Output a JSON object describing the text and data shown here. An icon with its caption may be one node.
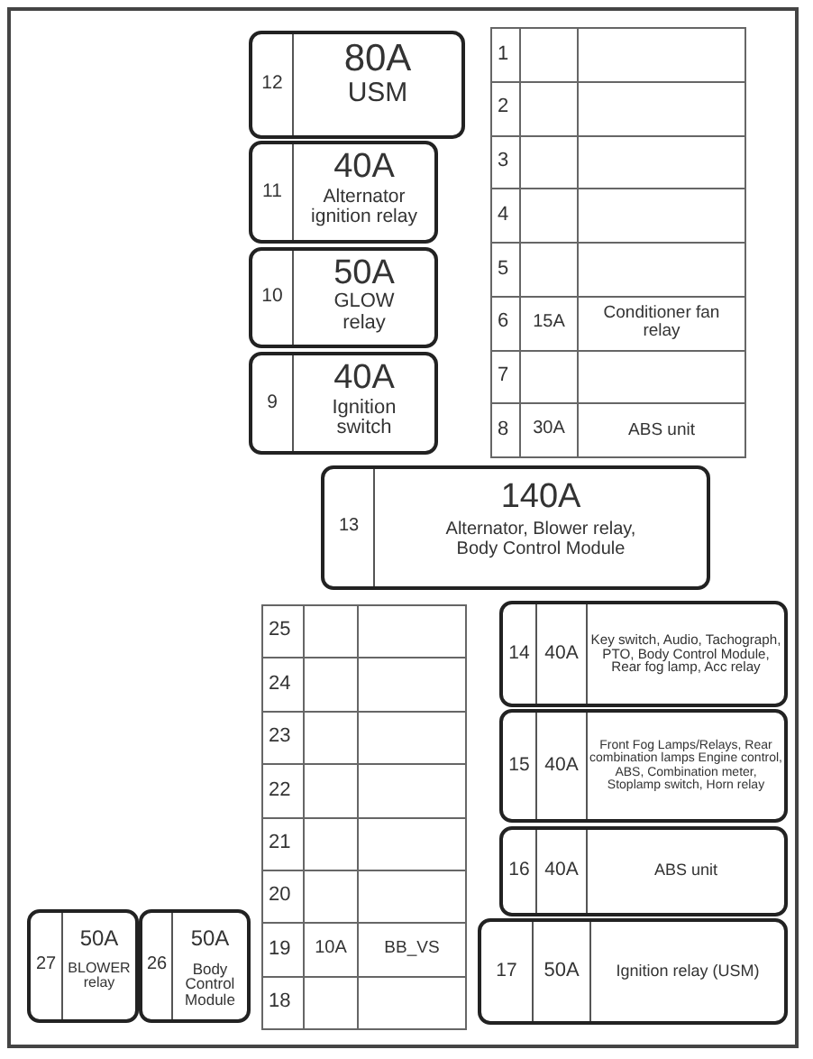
{
  "diagram": {
    "nodes": [
      {
        "text": [
          "12",
          "80A",
          "USM"
        ]
      },
      {
        "text": [
          "11",
          "40A",
          "Alternator ignition relay"
        ]
      },
      {
        "text": [
          "10",
          "50A",
          "GLOW relay"
        ]
      },
      {
        "text": [
          "9",
          "40A",
          "Ignition switch"
        ]
      },
      {
        "text": [
          "13",
          "140A",
          "Alternator, Blower relay, Body Control Module"
        ]
      },
      {
        "text": [
          "14",
          "40A",
          "Key switch, Audio, Tachograph, PTO, Body Control Module, Rear fog lamp, Acc relay"
        ]
      },
      {
        "text": [
          "15",
          "40A",
          "Front Fog Lamps/Relays, Rear combination lamps Engine control, ABS, Combination meter, Stoplamp switch, Horn relay"
        ]
      },
      {
        "text": [
          "16",
          "40A",
          "ABS unit"
        ]
      },
      {
        "text": [
          "27",
          "50A",
          "BLOWER relay"
        ]
      },
      {
        "text": [
          "26",
          "50A",
          "Body Control Module"
        ]
      },
      {
        "text": [
          "17",
          "50A",
          "Ignition relay (USM)"
        ]
      }
    ],
    "edges": [],
    "labels": [
      "1",
      "2",
      "3",
      "4",
      "5",
      "6",
      "15A",
      "Conditioner fan relay",
      "7",
      "8",
      "30A",
      "ABS unit",
      "25",
      "24",
      "23",
      "22",
      "21",
      "20",
      "19",
      "10A",
      "BB_VS",
      "18"
    ]
  }
}
